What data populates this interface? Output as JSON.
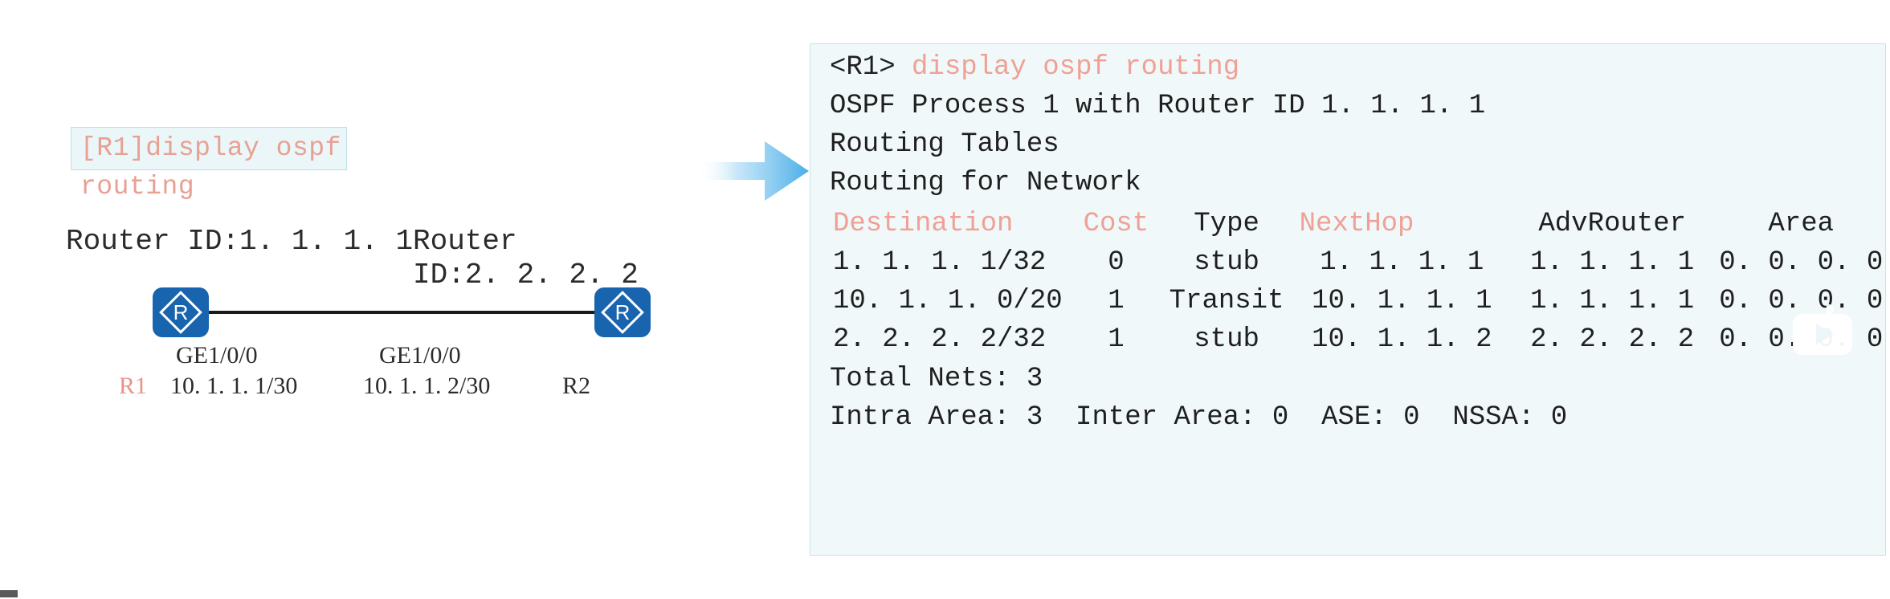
{
  "diagram": {
    "command_box": {
      "line1": "[R1]display ospf",
      "line2": "routing",
      "color": "#e8a093"
    },
    "left_router": {
      "router_id_label": "Router ID:1. 1. 1. 1",
      "name": "R1",
      "interface": "GE1/0/0",
      "ip": "10. 1. 1. 1/30",
      "icon_letter": "R",
      "icon_color": "#1964ae",
      "name_color": "#e99287"
    },
    "right_router": {
      "router_id_label_line1": "Router",
      "router_id_label_line2": "ID:2. 2. 2. 2",
      "name": "R2",
      "interface": "GE1/0/0",
      "ip": "10. 1. 1. 2/30",
      "icon_letter": "R",
      "icon_color": "#1964ae"
    },
    "arrow": {
      "direction": "right",
      "color": "#5bb6ef"
    }
  },
  "terminal": {
    "background": "#f0f8fa",
    "border_color": "#c9e2e8",
    "accent_color": "#f0a094",
    "prompt": "<R1> ",
    "command": "display ospf routing",
    "lines": {
      "process": "OSPF Process 1 with Router ID 1. 1. 1. 1",
      "routing_tables": "Routing Tables",
      "routing_for_network": "Routing for Network",
      "total_nets": "Total Nets: 3",
      "area_summary": "Intra Area: 3  Inter Area: 0  ASE: 0  NSSA: 0"
    },
    "table": {
      "headers": [
        "Destination",
        "Cost",
        "Type",
        "NextHop",
        "AdvRouter",
        "Area"
      ],
      "rows": [
        [
          "1. 1. 1. 1/32",
          "0",
          "stub",
          "1. 1. 1. 1",
          "1. 1. 1. 1",
          "0. 0. 0. 0"
        ],
        [
          "10. 1. 1. 0/20",
          "1",
          "Transit",
          "10. 1. 1. 1",
          "1. 1. 1. 1",
          "0. 0. 0. 0"
        ],
        [
          "2. 2. 2. 2/32",
          "1",
          "stub",
          "10. 1. 1. 2",
          "2. 2. 2. 2",
          "0. 0. 0. 0"
        ]
      ]
    }
  }
}
